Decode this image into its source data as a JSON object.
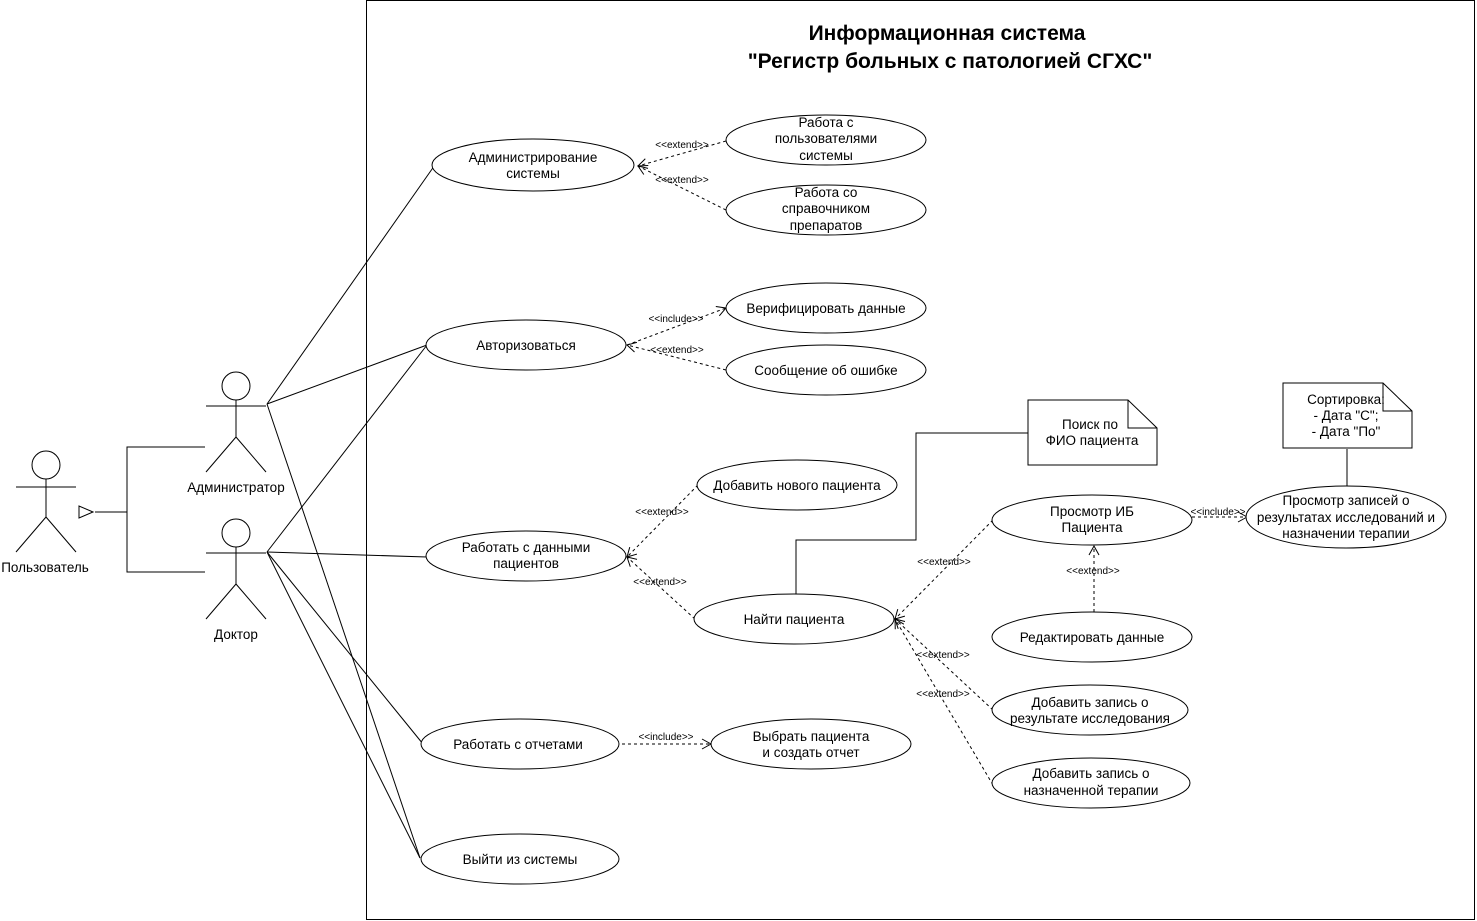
{
  "title": {
    "line1": "Информационная система",
    "line2": "\"Регистр больных с патологией СГХС\""
  },
  "actors": {
    "user": "Пользователь",
    "admin": "Администратор",
    "doctor": "Доктор"
  },
  "use_cases": {
    "admin_system_l1": "Администрирование",
    "admin_system_l2": "системы",
    "users_l1": "Работа с",
    "users_l2": "пользователями",
    "users_l3": "системы",
    "drugs_l1": "Работа со",
    "drugs_l2": "справочником",
    "drugs_l3": "препаратов",
    "authorize": "Авторизоваться",
    "verify": "Верифицировать данные",
    "error_msg": "Сообщение об ошибке",
    "patients_l1": "Работать с данными",
    "patients_l2": "пациентов",
    "add_patient": "Добавить нового пациента",
    "find_patient": "Найти пациента",
    "view_record_l1": "Просмотр ИБ",
    "view_record_l2": "Пациента",
    "view_results_l1": "Просмотр записей о",
    "view_results_l2": "результатах исследований и",
    "view_results_l3": "назначении терапии",
    "edit_data": "Редактировать данные",
    "add_result_l1": "Добавить запись о",
    "add_result_l2": "результате исследования",
    "add_therapy_l1": "Добавить запись о",
    "add_therapy_l2": "назначенной терапии",
    "reports": "Работать с отчетами",
    "make_report_l1": "Выбрать пациента",
    "make_report_l2": "и создать отчет",
    "logout": "Выйти из системы"
  },
  "notes": {
    "search_l1": "Поиск по",
    "search_l2": "ФИО пациента",
    "sort_l1": "Сортировка:",
    "sort_l2": "- Дата \"С\";",
    "sort_l3": "- Дата \"По\""
  },
  "stereotypes": {
    "extend": "<<extend>>",
    "include": "<<include>>"
  }
}
